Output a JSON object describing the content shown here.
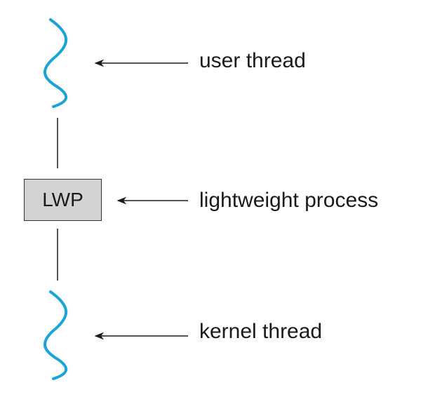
{
  "labels": {
    "user_thread": "user thread",
    "lightweight_process": "lightweight process",
    "kernel_thread": "kernel thread"
  },
  "lwp_box": {
    "text": "LWP",
    "fill": "#d3d3d3"
  },
  "colors": {
    "thread_wave": "#1aa3d6",
    "lines": "#1a1a1a"
  }
}
